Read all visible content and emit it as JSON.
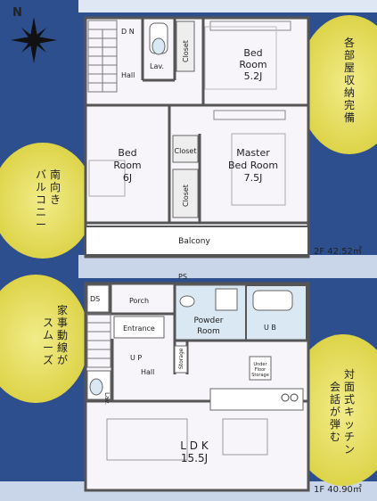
{
  "compass": {
    "north": "N"
  },
  "floor2": {
    "area": "2F 42.52㎡",
    "rooms": {
      "dn": "D N",
      "hall": "Hall",
      "lav": "Lav.",
      "closet_top": "Closet",
      "bed_top_1": "Bed",
      "bed_top_2": "Room",
      "bed_top_3": "5.2J",
      "bed_left_1": "Bed",
      "bed_left_2": "Room",
      "bed_left_3": "6J",
      "closet_mid": "Closet",
      "closet_low": "Closet",
      "master_1": "Master",
      "master_2": "Bed Room",
      "master_3": "7.5J",
      "balcony": "Balcony"
    }
  },
  "floor1": {
    "area": "1F 40.90㎡",
    "rooms": {
      "ps": "PS",
      "ds": "DS",
      "porch": "Porch",
      "entrance": "Entrance",
      "powder_1": "Powder",
      "powder_2": "Room",
      "ub": "U B",
      "up": "U P",
      "storage": "Storage",
      "hall": "Hall",
      "under_floor_1": "Under",
      "under_floor_2": "Floor",
      "under_floor_3": "Storage",
      "lav": "Lav.",
      "ldk_1": "L D K",
      "ldk_2": "15.5J"
    }
  },
  "callouts": {
    "storage_lines": [
      "各",
      "部",
      "屋",
      "収",
      "納",
      "完",
      "備"
    ],
    "balcony_col1": [
      "南",
      "向",
      "き"
    ],
    "balcony_col2": [
      "バ",
      "ル",
      "コ",
      "ニ",
      "ー"
    ],
    "housework_col1": [
      "家",
      "事",
      "動",
      "線",
      "が"
    ],
    "housework_col2": [
      "ス",
      "ム",
      "ー",
      "ズ"
    ],
    "kitchen_col1": [
      "対",
      "面",
      "式",
      "キ",
      "ッ",
      "チ",
      "ン"
    ],
    "kitchen_col2": [
      "会",
      "話",
      "が",
      "弾",
      "む"
    ]
  },
  "colors": {
    "background": "#2e4f8d",
    "yellow": "#e8e05a",
    "room": "#f7f5fa",
    "blue_room": "#d9e8f2",
    "wall": "#555555"
  }
}
